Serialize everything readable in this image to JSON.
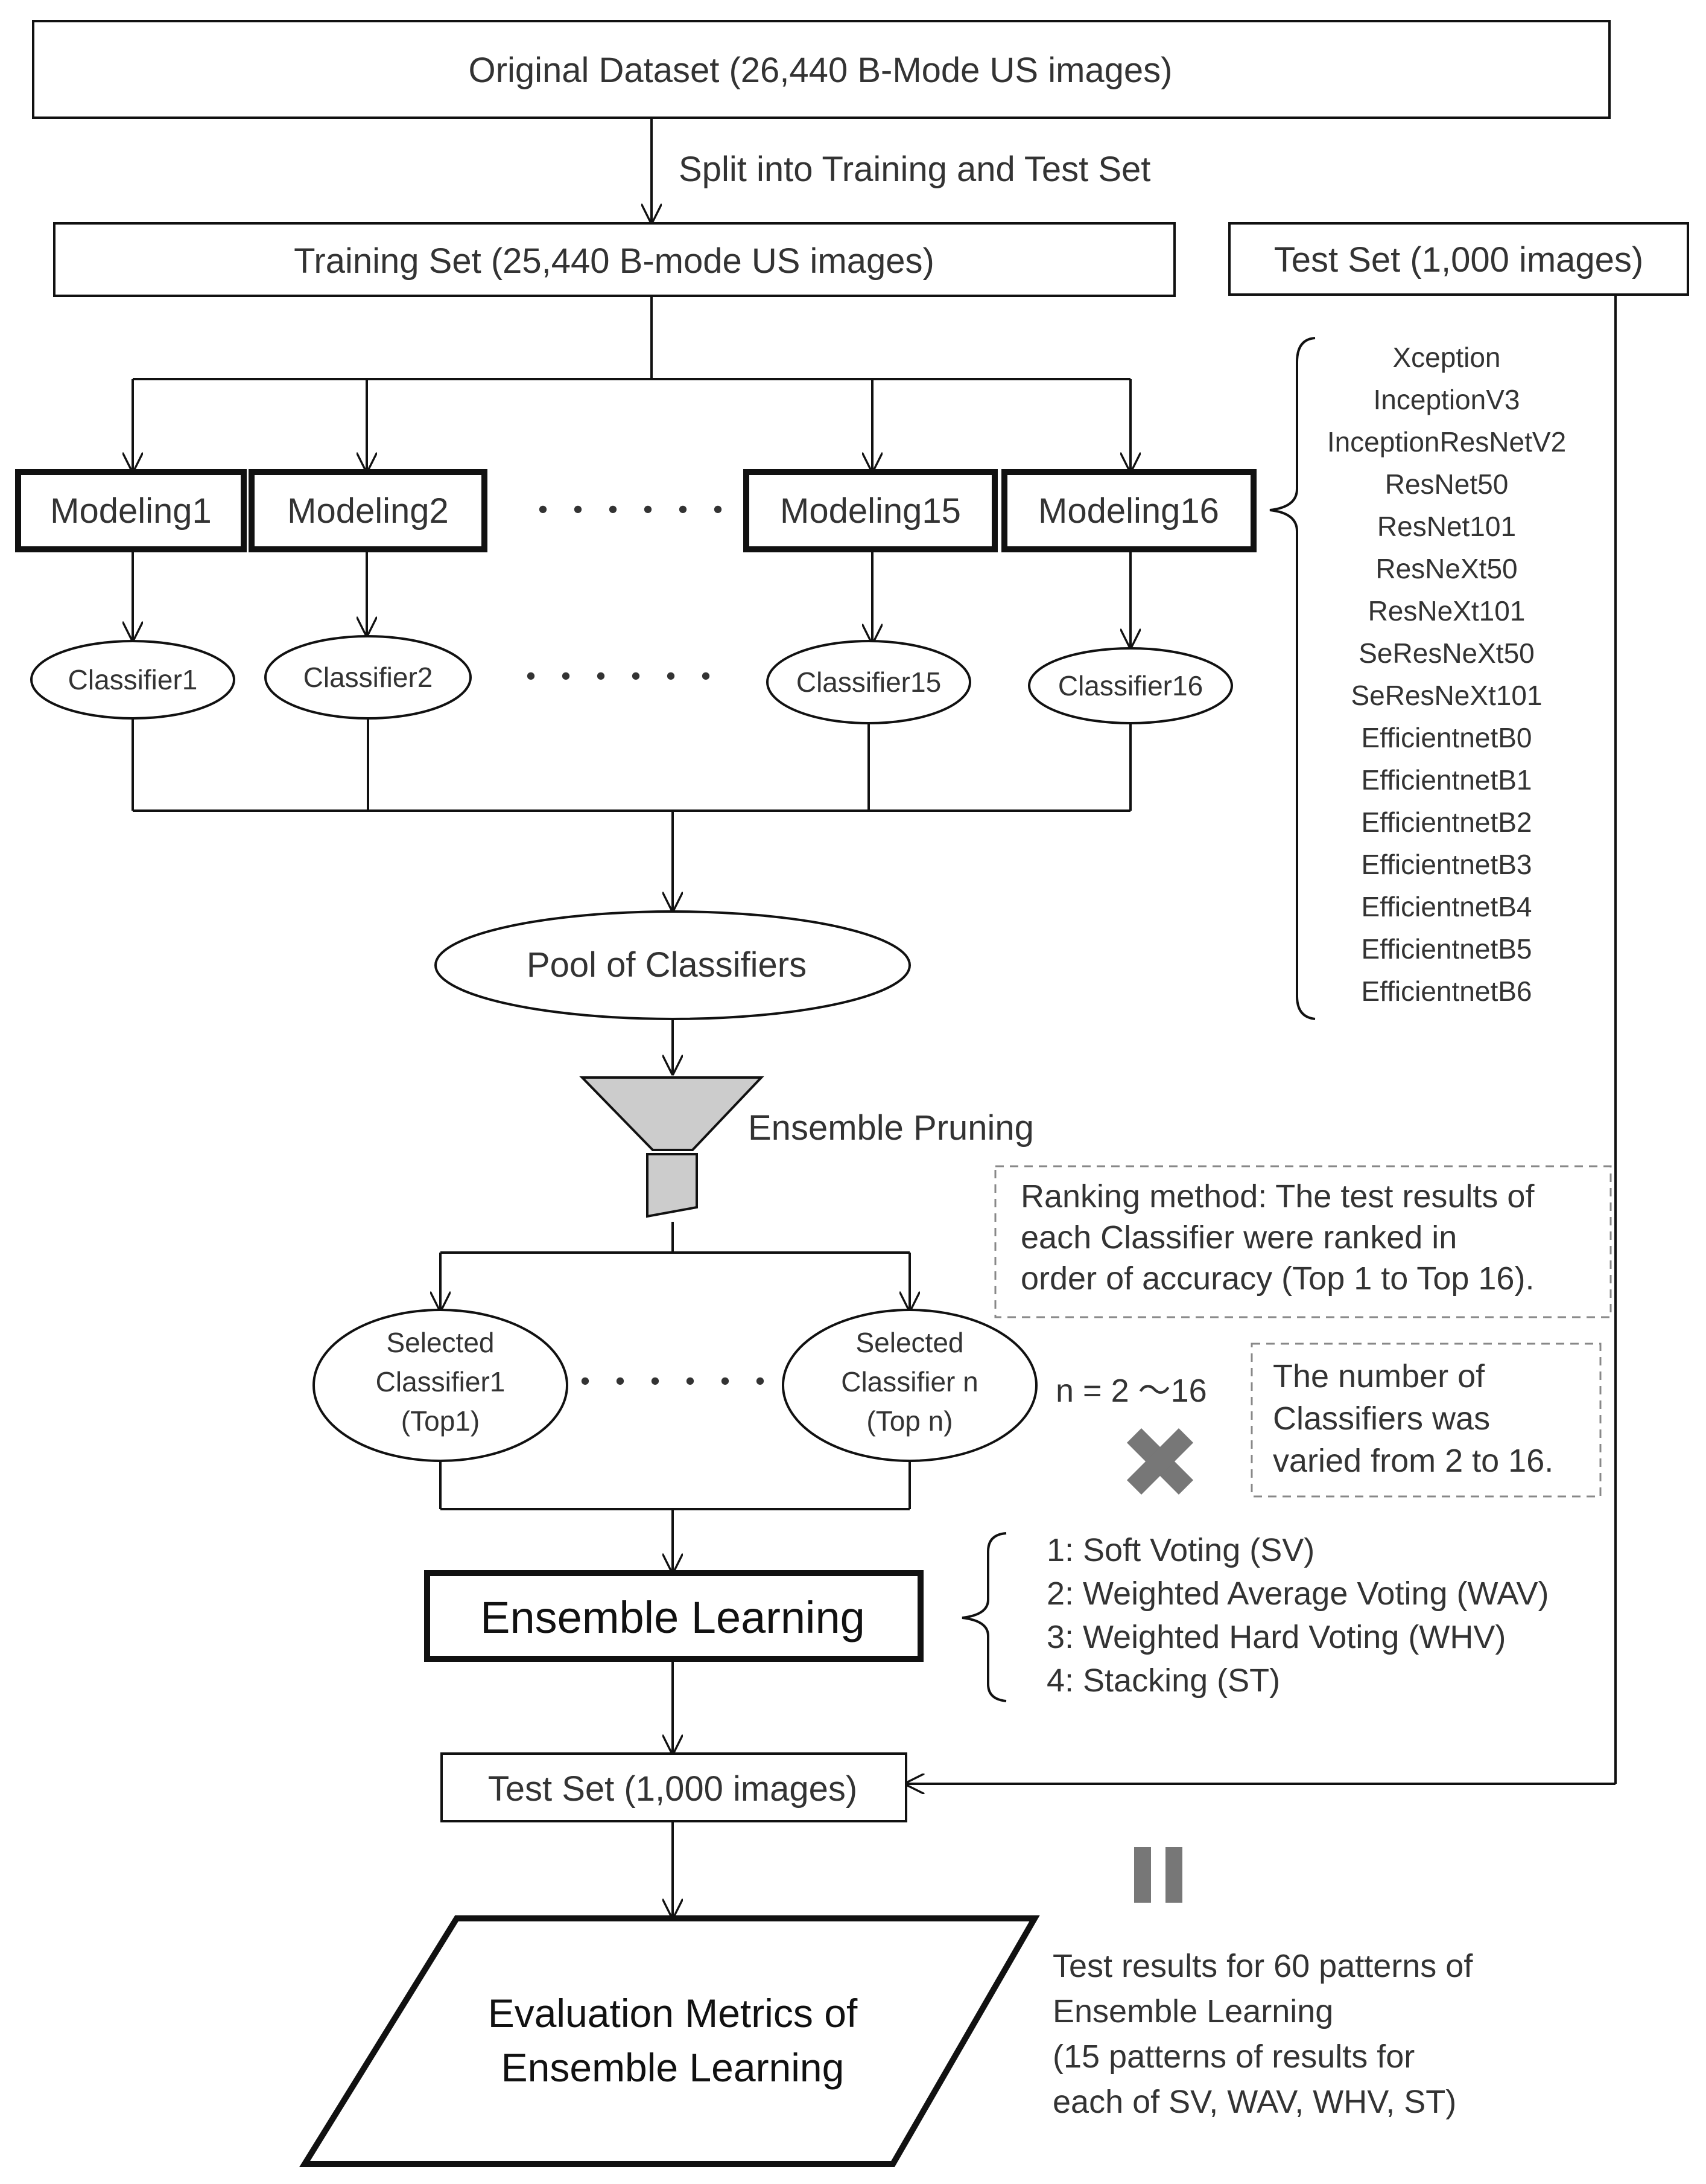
{
  "nodes": {
    "original_dataset": "Original Dataset (26,440 B-Mode US images)",
    "split_label": "Split into Training and Test Set",
    "training_set": "Training Set (25,440 B-mode US images)",
    "test_set_top": "Test Set (1,000 images)",
    "modeling": [
      "Modeling1",
      "Modeling2",
      "Modeling15",
      "Modeling16"
    ],
    "classifiers": [
      "Classifier1",
      "Classifier2",
      "Classifier15",
      "Classifier16"
    ],
    "ellipsis": "・・・・・・",
    "pool": "Pool of Classifiers",
    "pruning": "Ensemble Pruning",
    "ranking_note": [
      "Ranking method: The test results of",
      "each Classifier were ranked in",
      "order of accuracy (Top 1 to Top 16)."
    ],
    "selected1": [
      "Selected",
      "Classifier1",
      "(Top1)"
    ],
    "selectedn": [
      "Selected",
      "Classifier n",
      "(Top  n)"
    ],
    "n_range": "n = 2 ～16",
    "number_note": [
      "The number of",
      "Classifiers was",
      "varied from 2 to 16."
    ],
    "ensemble_learning": "Ensemble  Learning",
    "methods": [
      "1: Soft Voting  (SV)",
      "2: Weighted Average  Voting  (WAV)",
      "3: Weighted Hard Voting  (WHV)",
      "4: Stacking  (ST)"
    ],
    "test_set_bottom": "Test Set (1,000 images)",
    "evaluation": [
      "Evaluation Metrics of",
      "Ensemble Learning"
    ],
    "results_note": [
      "Test results for 60 patterns of",
      "Ensemble Learning",
      "(15 patterns  of results for",
      "each of SV, WAV, WHV, ST)"
    ]
  },
  "models": [
    "Xception",
    "InceptionV3",
    "InceptionResNetV2",
    "ResNet50",
    "ResNet101",
    "ResNeXt50",
    "ResNeXt101",
    "SeResNeXt50",
    "SeResNeXt101",
    "EfficientnetB0",
    "EfficientnetB1",
    "EfficientnetB2",
    "EfficientnetB3",
    "EfficientnetB4",
    "EfficientnetB5",
    "EfficientnetB6"
  ],
  "colors": {
    "line": "#111111",
    "text": "#333333",
    "funnel": "#cccccc",
    "cross": "#777777",
    "equals": "#777777",
    "dashed": "#888888"
  }
}
